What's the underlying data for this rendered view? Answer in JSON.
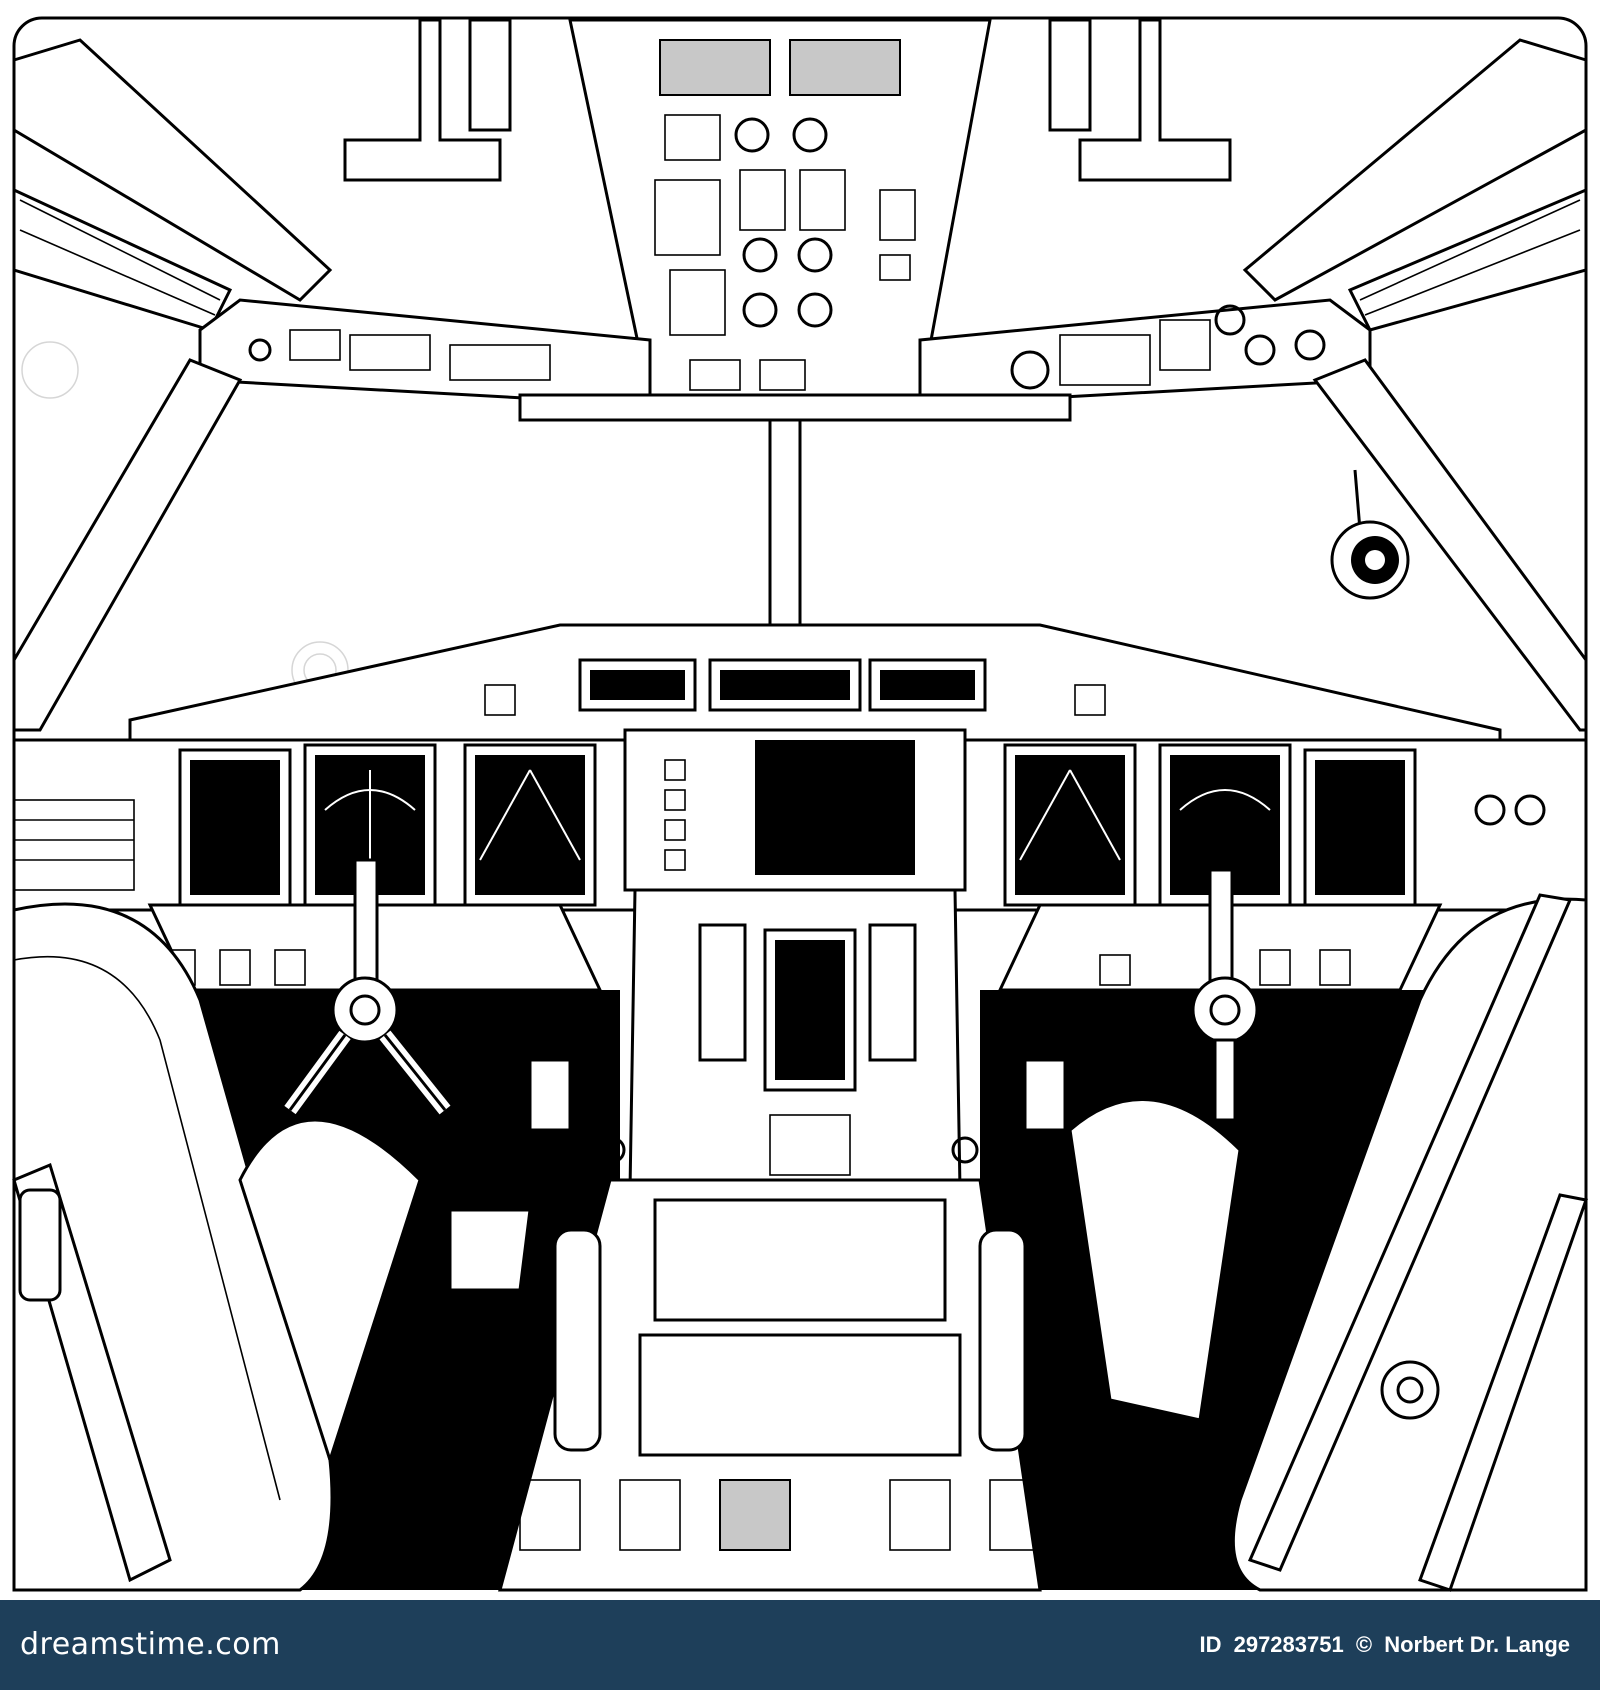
{
  "footer": {
    "brand": "dreamstime.com",
    "id_label": "ID",
    "id_number": "297283751",
    "copyright_symbol": "©",
    "author": "Norbert Dr. Lange"
  },
  "colors": {
    "footer_background": "#1e3f5a",
    "footer_text": "#ffffff",
    "line_art": "#000000",
    "paper": "#ffffff"
  },
  "icons": {
    "copyright": "copyright-icon",
    "watermark": "dreamstime-swirl-icon"
  }
}
